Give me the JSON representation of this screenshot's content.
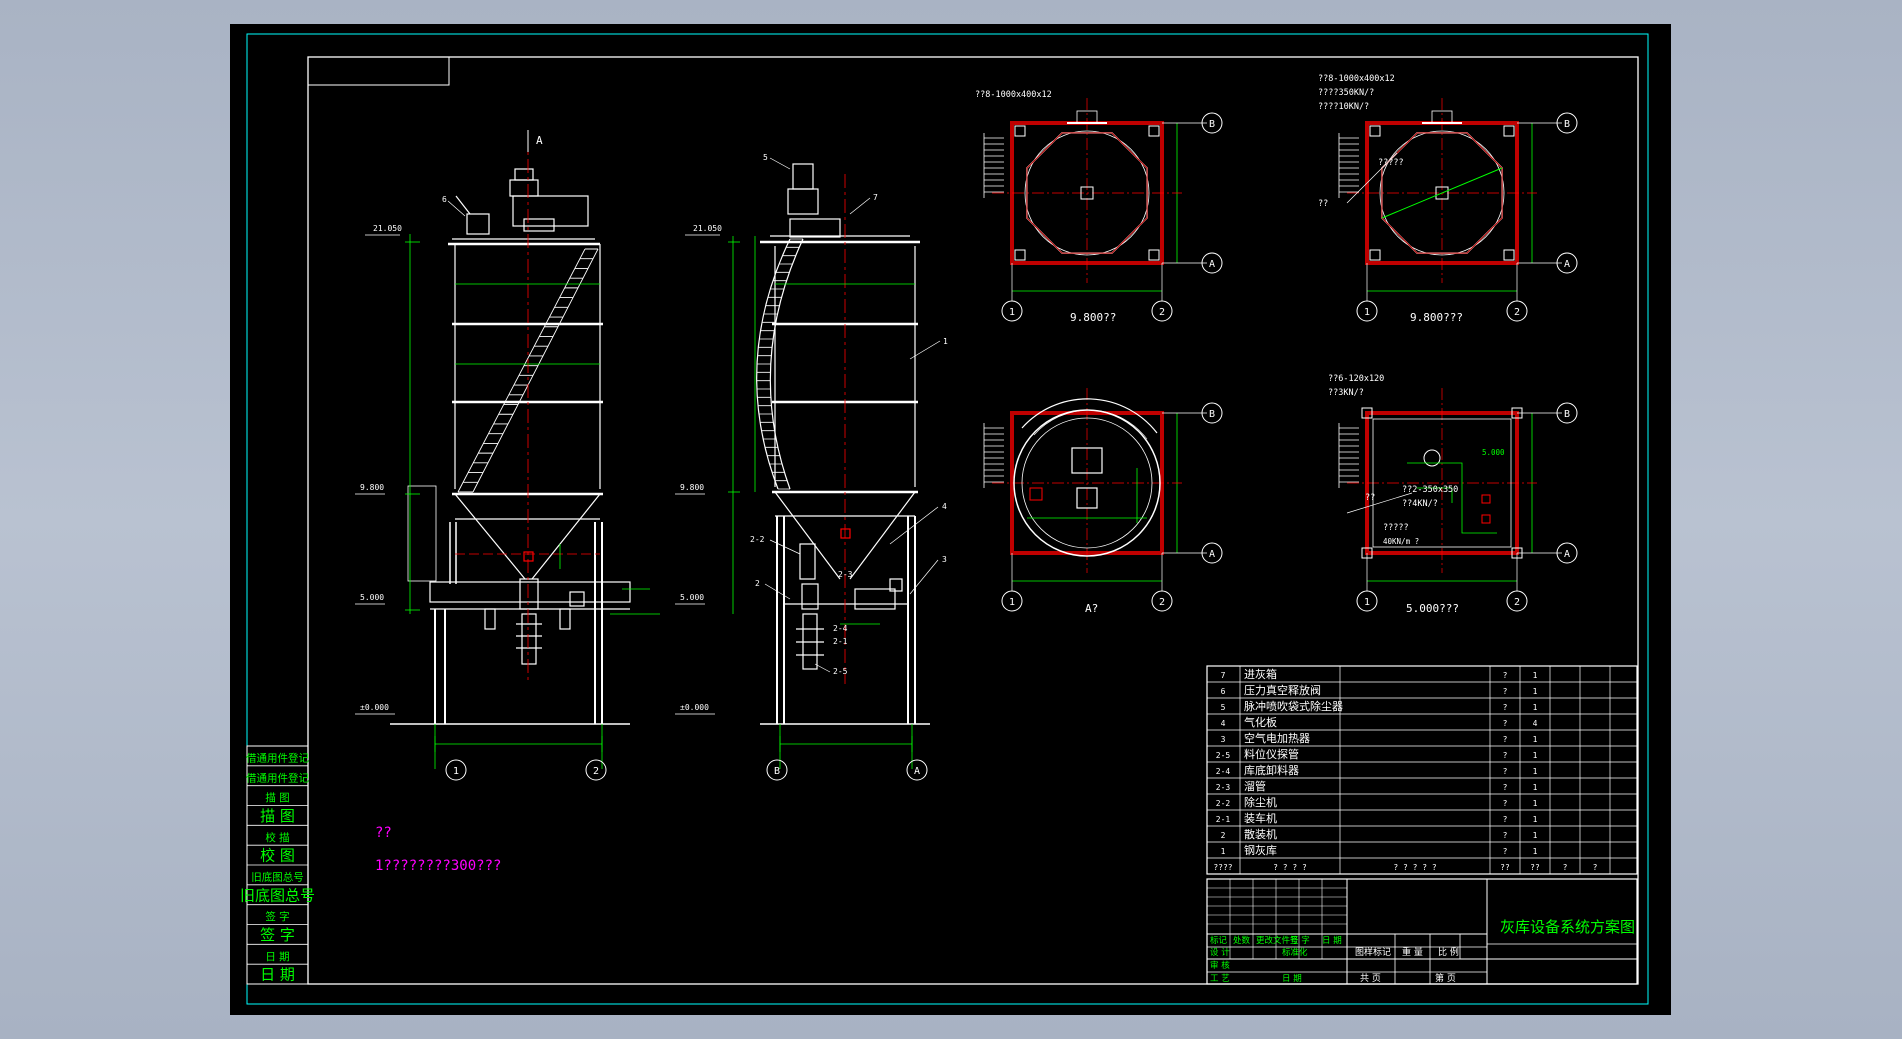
{
  "drawing_title": "灰库设备系统方案图",
  "view_marker": "A",
  "left_block": {
    "items": [
      "借通用件登记",
      "借通用件登记",
      "描 图",
      "描 图",
      "校 描",
      "校 图",
      "旧底图总号",
      "旧底图总号",
      "签 字",
      "签 字",
      "日 期",
      "日 期"
    ]
  },
  "note": {
    "line1": "??",
    "line2": "1????????300???"
  },
  "elevations": {
    "top": "21.050",
    "mid": "9.800",
    "low": "5.000",
    "ground": "±0.000"
  },
  "plans": {
    "p1_label": "??8-1000x400x12",
    "p1_caption": "9.800??",
    "p2_label1": "??8-1000x400x12",
    "p2_label2": "????350KN/?",
    "p2_label3": "????10KN/?",
    "p2_inner": "?????",
    "p2_side": "??",
    "p2_caption": "9.800???",
    "p3_caption": "A?",
    "p4_label1": "??6-120x120",
    "p4_label2": "??3KN/?",
    "p4_label3": "??2-350x350",
    "p4_label4": "??4KN/?",
    "p4_label5": "?????",
    "p4_label6": "40KN/m ?",
    "p4_side": "??",
    "p4_dim": "5.000",
    "p4_caption": "5.000???"
  },
  "axes": {
    "b": "B",
    "a": "A",
    "one": "1",
    "two": "2"
  },
  "callouts": [
    "1",
    "2",
    "2-1",
    "2-2",
    "2-3",
    "2-4",
    "2-5",
    "3",
    "4",
    "5",
    "6",
    "7"
  ],
  "parts_list": {
    "rows": [
      {
        "no": "7",
        "name": "进灰箱",
        "mat": "?",
        "qty": "1"
      },
      {
        "no": "6",
        "name": "压力真空释放阀",
        "mat": "?",
        "qty": "1"
      },
      {
        "no": "5",
        "name": "脉冲喷吹袋式除尘器",
        "mat": "?",
        "qty": "1"
      },
      {
        "no": "4",
        "name": "气化板",
        "mat": "?",
        "qty": "4"
      },
      {
        "no": "3",
        "name": "空气电加热器",
        "mat": "?",
        "qty": "1"
      },
      {
        "no": "2-5",
        "name": "料位仪探管",
        "mat": "?",
        "qty": "1"
      },
      {
        "no": "2-4",
        "name": "库底卸料器",
        "mat": "?",
        "qty": "1"
      },
      {
        "no": "2-3",
        "name": "溜管",
        "mat": "?",
        "qty": "1"
      },
      {
        "no": "2-2",
        "name": "除尘机",
        "mat": "?",
        "qty": "1"
      },
      {
        "no": "2-1",
        "name": "装车机",
        "mat": "?",
        "qty": "1"
      },
      {
        "no": "2",
        "name": "散装机",
        "mat": "?",
        "qty": "1"
      },
      {
        "no": "1",
        "name": "钢灰库",
        "mat": "?",
        "qty": "1"
      }
    ],
    "header": {
      "no": "????",
      "name": "? ? ? ?",
      "spec": "? ? ? ? ?",
      "mat": "??",
      "qty": "??",
      "w1": "?",
      "w2": "?"
    }
  },
  "title_block": {
    "r1": [
      "标记",
      "处数",
      "更改文件号",
      "签 字",
      "日 期"
    ],
    "r2": [
      "设 计",
      "",
      "标准化",
      ""
    ],
    "r3": [
      "审 核"
    ],
    "r4": [
      "工 艺",
      "",
      "日 期"
    ],
    "stage": "图样标记",
    "weight": "重 量",
    "scale": "比 例",
    "sheets": "共  页",
    "sheet": "第  页"
  },
  "colors": {
    "frame": "#00ffff",
    "line": "#ffffff",
    "dim": "#00ff00",
    "center": "#ff0000",
    "column": "#c00000",
    "note": "#ff00ff",
    "label": "#00ff00"
  }
}
